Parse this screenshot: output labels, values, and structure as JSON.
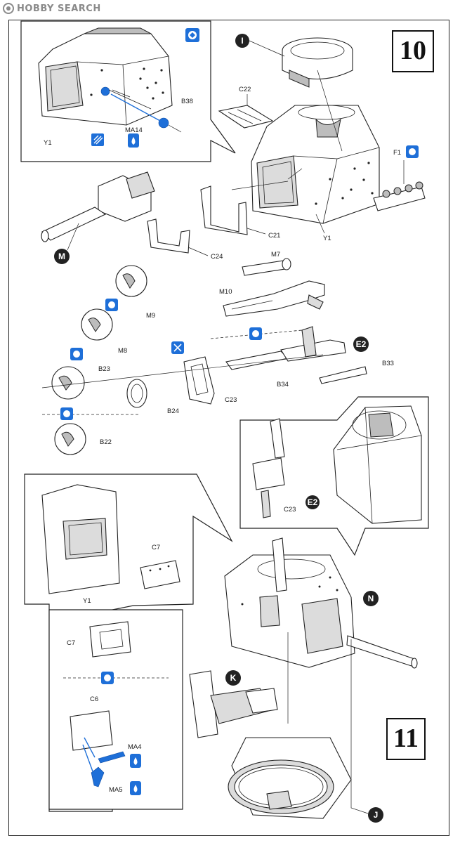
{
  "watermark": {
    "text": "HOBBY SEARCH"
  },
  "steps": [
    "10",
    "11"
  ],
  "part_labels": {
    "y1_inset": "Y1",
    "b38": "B38",
    "ma14": "MA14",
    "c22": "C22",
    "f1": "F1",
    "y1_main": "Y1",
    "c21": "C21",
    "c24": "C24",
    "m7": "M7",
    "m10": "M10",
    "m9": "M9",
    "m8": "M8",
    "b23": "B23",
    "b24": "B24",
    "c23": "C23",
    "b34": "B34",
    "b33": "B33",
    "b22": "B22",
    "c23_inset": "C23",
    "c7": "C7",
    "y1_inset2": "Y1",
    "c7_detail": "C7",
    "c6": "C6",
    "ma4": "MA4",
    "ma5": "MA5"
  },
  "sub_assembly_refs": {
    "i": "I",
    "m": "M",
    "e2": "E2",
    "e2_inset": "E2",
    "n": "N",
    "k": "K",
    "j": "J"
  },
  "icons": {
    "alternate_part": "alternate-part-icon",
    "cement": "cement-icon",
    "photo_etch": "photo-etch-icon",
    "do_not_cement": "do-not-cement-icon"
  },
  "colors": {
    "photo_etch_blue": "#1e6fd8",
    "line": "#222222"
  }
}
